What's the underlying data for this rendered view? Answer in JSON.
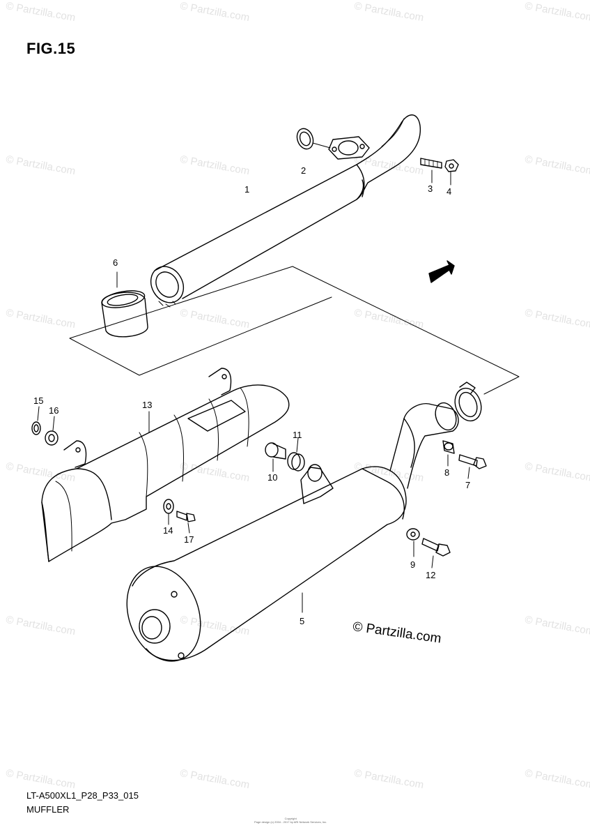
{
  "figure": {
    "title": "FIG.15",
    "model_code": "LT-A500XL1_P28_P33_015",
    "section_name": "MUFFLER",
    "copyright_mark": "© Partzilla.com",
    "watermark_text": "© Partzilla.com",
    "fwd_label": "FWD",
    "footer_lines": [
      "Copyright",
      "Page design (c) 2004 - 2017 by ARI Network Services, Inc."
    ]
  },
  "callouts": [
    "1",
    "2",
    "3",
    "4",
    "5",
    "6",
    "7",
    "8",
    "9",
    "10",
    "11",
    "12",
    "13",
    "14",
    "15",
    "16",
    "17"
  ],
  "colors": {
    "line": "#000000",
    "watermark": "#e2e2e2",
    "background": "#ffffff"
  }
}
